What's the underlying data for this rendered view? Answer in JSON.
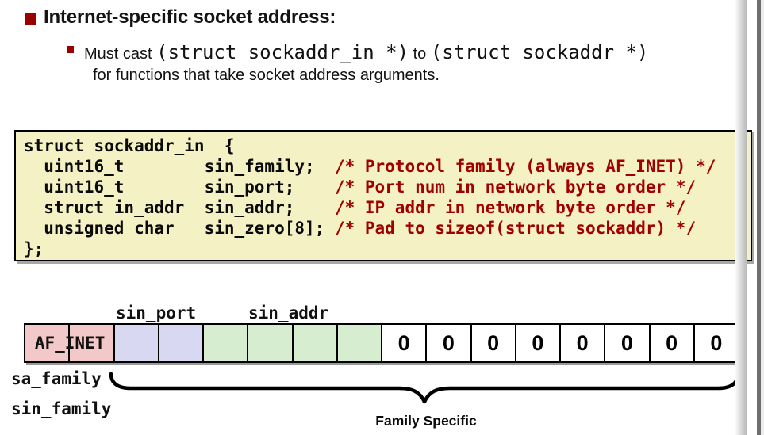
{
  "colors": {
    "accent_red": "#990000",
    "comment_red": "#A00000",
    "code_bg": "#F4F1C4",
    "cell_pink": "#F2C8C8",
    "cell_purple": "#D8D8F2",
    "cell_green": "#D6EDD0",
    "cell_white": "#FFFFFF"
  },
  "heading": {
    "text": "Internet-specific socket address:"
  },
  "bullet": {
    "seg1": "Must cast ",
    "seg2": "(struct sockaddr_in *)",
    "seg3": " to ",
    "seg4": "(struct sockaddr *)",
    "line2": "for functions that take socket address arguments."
  },
  "code_block": {
    "lines": [
      {
        "code": "struct sockaddr_in  {",
        "comment": ""
      },
      {
        "code": "  uint16_t        sin_family;  ",
        "comment": "/* Protocol family (always AF_INET) */"
      },
      {
        "code": "  uint16_t        sin_port;    ",
        "comment": "/* Port num in network byte order */"
      },
      {
        "code": "  struct in_addr  sin_addr;    ",
        "comment": "/* IP addr in network byte order */"
      },
      {
        "code": "  unsigned char   sin_zero[8]; ",
        "comment": "/* Pad to sizeof(struct sockaddr) */"
      },
      {
        "code": "};",
        "comment": ""
      }
    ]
  },
  "diagram": {
    "label_sin_port": "sin_port",
    "label_sin_addr": "sin_addr",
    "af_inet_label": "AF_INET",
    "label_sa_family": "sa_family",
    "label_sin_family": "sin_family",
    "brace_label": "Family Specific",
    "cells": [
      {
        "c": "pink"
      },
      {
        "c": "pink"
      },
      {
        "c": "purple"
      },
      {
        "c": "purple"
      },
      {
        "c": "green"
      },
      {
        "c": "green"
      },
      {
        "c": "green"
      },
      {
        "c": "green"
      },
      {
        "c": "white",
        "v": "0"
      },
      {
        "c": "white",
        "v": "0"
      },
      {
        "c": "white",
        "v": "0"
      },
      {
        "c": "white",
        "v": "0"
      },
      {
        "c": "white",
        "v": "0"
      },
      {
        "c": "white",
        "v": "0"
      },
      {
        "c": "white",
        "v": "0"
      },
      {
        "c": "white",
        "v": "0"
      }
    ]
  }
}
